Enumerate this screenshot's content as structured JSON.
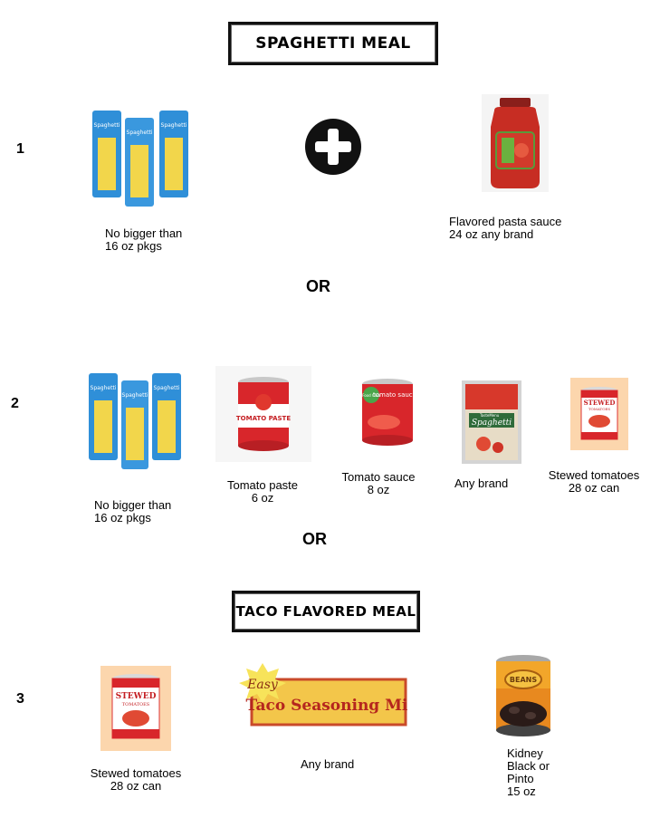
{
  "sections": {
    "spaghetti_title": "SPAGHETTI MEAL",
    "taco_title": "TACO FLAVORED MEAL",
    "or_label": "OR"
  },
  "rows": {
    "row1": {
      "number": "1",
      "spaghetti_caption": "No bigger than\n16 oz  pkgs",
      "sauce_caption": "Flavored pasta sauce\n24 oz any brand"
    },
    "row2": {
      "number": "2",
      "spaghetti_caption": "No bigger than\n16 oz pkgs",
      "paste_caption": "Tomato paste\n6 oz",
      "sauce_caption": "Tomato sauce\n8 oz",
      "packet_caption": "Any brand",
      "stewed_caption": "Stewed tomatoes\n28 oz can"
    },
    "row3": {
      "number": "3",
      "stewed_caption": "Stewed tomatoes\n28 oz can",
      "seasoning_caption": "Any brand",
      "beans_caption": "Kidney\nBlack or\nPinto\n15 oz"
    }
  },
  "product_labels": {
    "spaghetti": "Spaghetti",
    "tomato_paste": "TOMATO PASTE",
    "sauce_brand": "Food Club",
    "tomato_sauce": "tomato sauce",
    "packet_brand": "TasteMenu",
    "packet_label": "Spaghetti",
    "stewed": "STEWED",
    "tomatoes": "TOMATOES",
    "easy": "Easy",
    "taco_mix": "Taco Seasoning Mix",
    "beans": "BEANS"
  },
  "colors": {
    "pasta_blue": "#2f8fd8",
    "pasta_yellow": "#f2d64b",
    "tomato_red": "#d8262b",
    "seasoning_gold": "#f3c64a"
  }
}
